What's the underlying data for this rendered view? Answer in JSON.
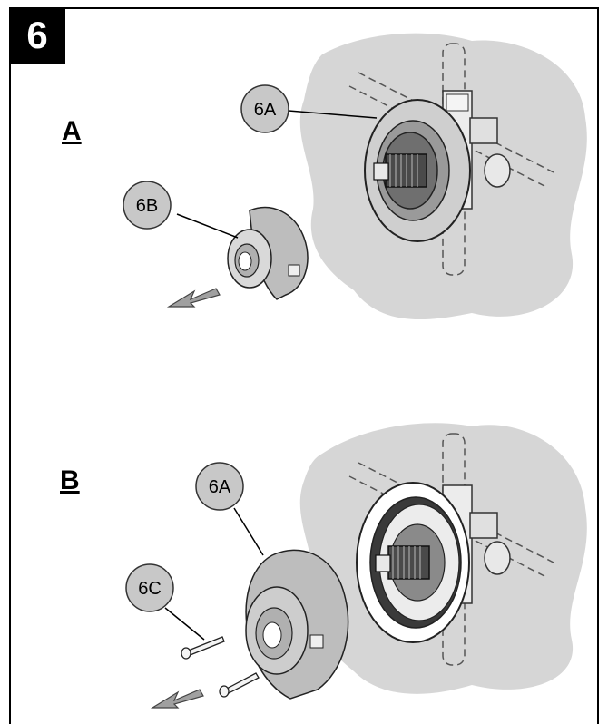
{
  "step": {
    "number": "6"
  },
  "sections": [
    {
      "id": "A",
      "label": "A"
    },
    {
      "id": "B",
      "label": "B"
    }
  ],
  "callouts": {
    "a_6a": "6A",
    "a_6b": "6B",
    "b_6a": "6A",
    "b_6c": "6C"
  },
  "colors": {
    "wall": "#d6d6d6",
    "part": "#bdbdbd",
    "part_dark": "#7a7a7a",
    "callout_fill": "#c8c8c8",
    "arrow": "#9a9a9a"
  }
}
